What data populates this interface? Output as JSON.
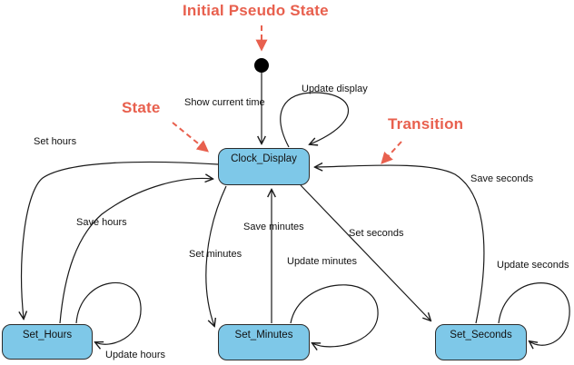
{
  "colors": {
    "state_fill": "#7EC8E8",
    "state_border": "#2B2B2B",
    "annotation_red": "#E8604E",
    "edge_black": "#1A1A1A"
  },
  "annotations": {
    "initial_pseudo_state": "Initial Pseudo State",
    "state": "State",
    "transition": "Transition"
  },
  "states": [
    {
      "label": "Clock_Display"
    },
    {
      "label": "Set_Hours"
    },
    {
      "label": "Set_Minutes"
    },
    {
      "label": "Set_Seconds"
    }
  ],
  "transitions": [
    {
      "label": "Show current time",
      "from": "Initial",
      "to": "Clock_Display"
    },
    {
      "label": "Update display",
      "from": "Clock_Display",
      "to": "Clock_Display"
    },
    {
      "label": "Set hours",
      "from": "Clock_Display",
      "to": "Set_Hours"
    },
    {
      "label": "Save hours",
      "from": "Set_Hours",
      "to": "Clock_Display"
    },
    {
      "label": "Update hours",
      "from": "Set_Hours",
      "to": "Set_Hours"
    },
    {
      "label": "Set minutes",
      "from": "Clock_Display",
      "to": "Set_Minutes"
    },
    {
      "label": "Save minutes",
      "from": "Set_Minutes",
      "to": "Clock_Display"
    },
    {
      "label": "Update minutes",
      "from": "Set_Minutes",
      "to": "Set_Minutes"
    },
    {
      "label": "Set seconds",
      "from": "Clock_Display",
      "to": "Set_Seconds"
    },
    {
      "label": "Save seconds",
      "from": "Set_Seconds",
      "to": "Clock_Display"
    },
    {
      "label": "Update seconds",
      "from": "Set_Seconds",
      "to": "Set_Seconds"
    }
  ]
}
